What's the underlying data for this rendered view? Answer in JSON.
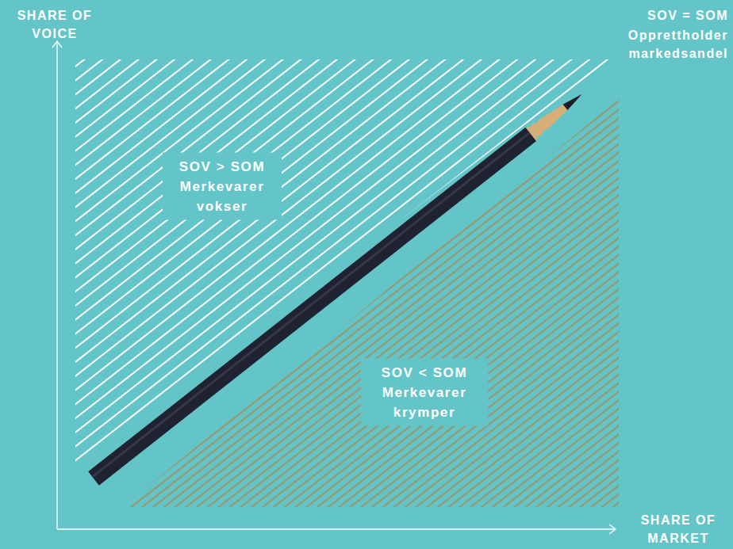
{
  "diagram": {
    "nodes": [
      {
        "text": [
          "SOV > SOM",
          "Merkevarer vokser"
        ]
      },
      {
        "text": [
          "SOV < SOM",
          "Merkevarer krymper"
        ]
      }
    ],
    "labels": [
      "SHARE OF VOICE",
      "SOV = SOM",
      "Opprettholder markedsandel",
      "SHARE OF MARKET"
    ]
  }
}
